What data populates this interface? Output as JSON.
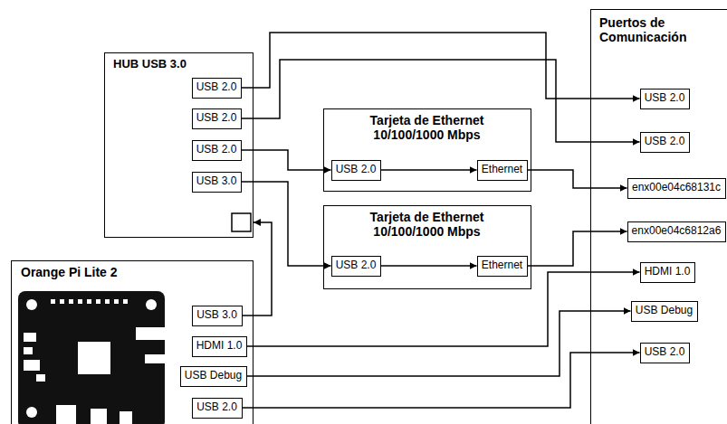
{
  "diagram": {
    "nodes": [
      {
        "text": [
          "HUB USB 3.0"
        ]
      },
      {
        "text": [
          "USB 2.0"
        ],
        "in": 0
      },
      {
        "text": [
          "USB 2.0"
        ],
        "in": 0
      },
      {
        "text": [
          "USB 2.0"
        ],
        "in": 0
      },
      {
        "text": [
          "USB 3.0"
        ],
        "in": 0
      },
      {
        "text": [
          "Tarjeta de Ethernet 10/100/1000 Mbps"
        ]
      },
      {
        "text": [
          "USB 2.0"
        ],
        "in": 5
      },
      {
        "text": [
          "Ethernet"
        ],
        "in": 5
      },
      {
        "text": [
          "Tarjeta de Ethernet 10/100/1000 Mbps"
        ]
      },
      {
        "text": [
          "USB 2.0"
        ],
        "in": 8
      },
      {
        "text": [
          "Ethernet"
        ],
        "in": 8
      },
      {
        "text": [
          "Orange Pi Lite 2"
        ]
      },
      {
        "text": [
          "USB 3.0"
        ],
        "in": 11
      },
      {
        "text": [
          "HDMI 1.0"
        ],
        "in": 11
      },
      {
        "text": [
          "USB Debug"
        ],
        "in": 11
      },
      {
        "text": [
          "USB 2.0"
        ],
        "in": 11
      },
      {
        "text": [
          "Puertos de Comunicación"
        ]
      },
      {
        "text": [
          "USB 2.0"
        ],
        "in": 16
      },
      {
        "text": [
          "USB 2.0"
        ],
        "in": 16
      },
      {
        "text": [
          "enx00e04c68131c"
        ],
        "in": 16
      },
      {
        "text": [
          "enx00e04c6812a6"
        ],
        "in": 16
      },
      {
        "text": [
          "HDMI 1.0"
        ],
        "in": 16
      },
      {
        "text": [
          "USB Debug"
        ],
        "in": 16
      },
      {
        "text": [
          "USB 2.0"
        ],
        "in": 16
      }
    ],
    "edges": [
      {
        "from": 1,
        "to": 17,
        "arrow": "to"
      },
      {
        "from": 2,
        "to": 18,
        "arrow": "to"
      },
      {
        "from": 3,
        "to": 6,
        "arrow": "to"
      },
      {
        "from": 6,
        "to": 7,
        "arrow": "to"
      },
      {
        "from": 7,
        "to": 19,
        "arrow": "to"
      },
      {
        "from": 4,
        "to": 9,
        "arrow": "to"
      },
      {
        "from": 9,
        "to": 10,
        "arrow": "to"
      },
      {
        "from": 10,
        "to": 20,
        "arrow": "to"
      },
      {
        "from": 12,
        "to": 0,
        "arrow": "to"
      },
      {
        "from": 13,
        "to": 21,
        "arrow": "to"
      },
      {
        "from": 14,
        "to": 22,
        "arrow": "to"
      },
      {
        "from": 15,
        "to": 23,
        "arrow": "to"
      }
    ]
  }
}
